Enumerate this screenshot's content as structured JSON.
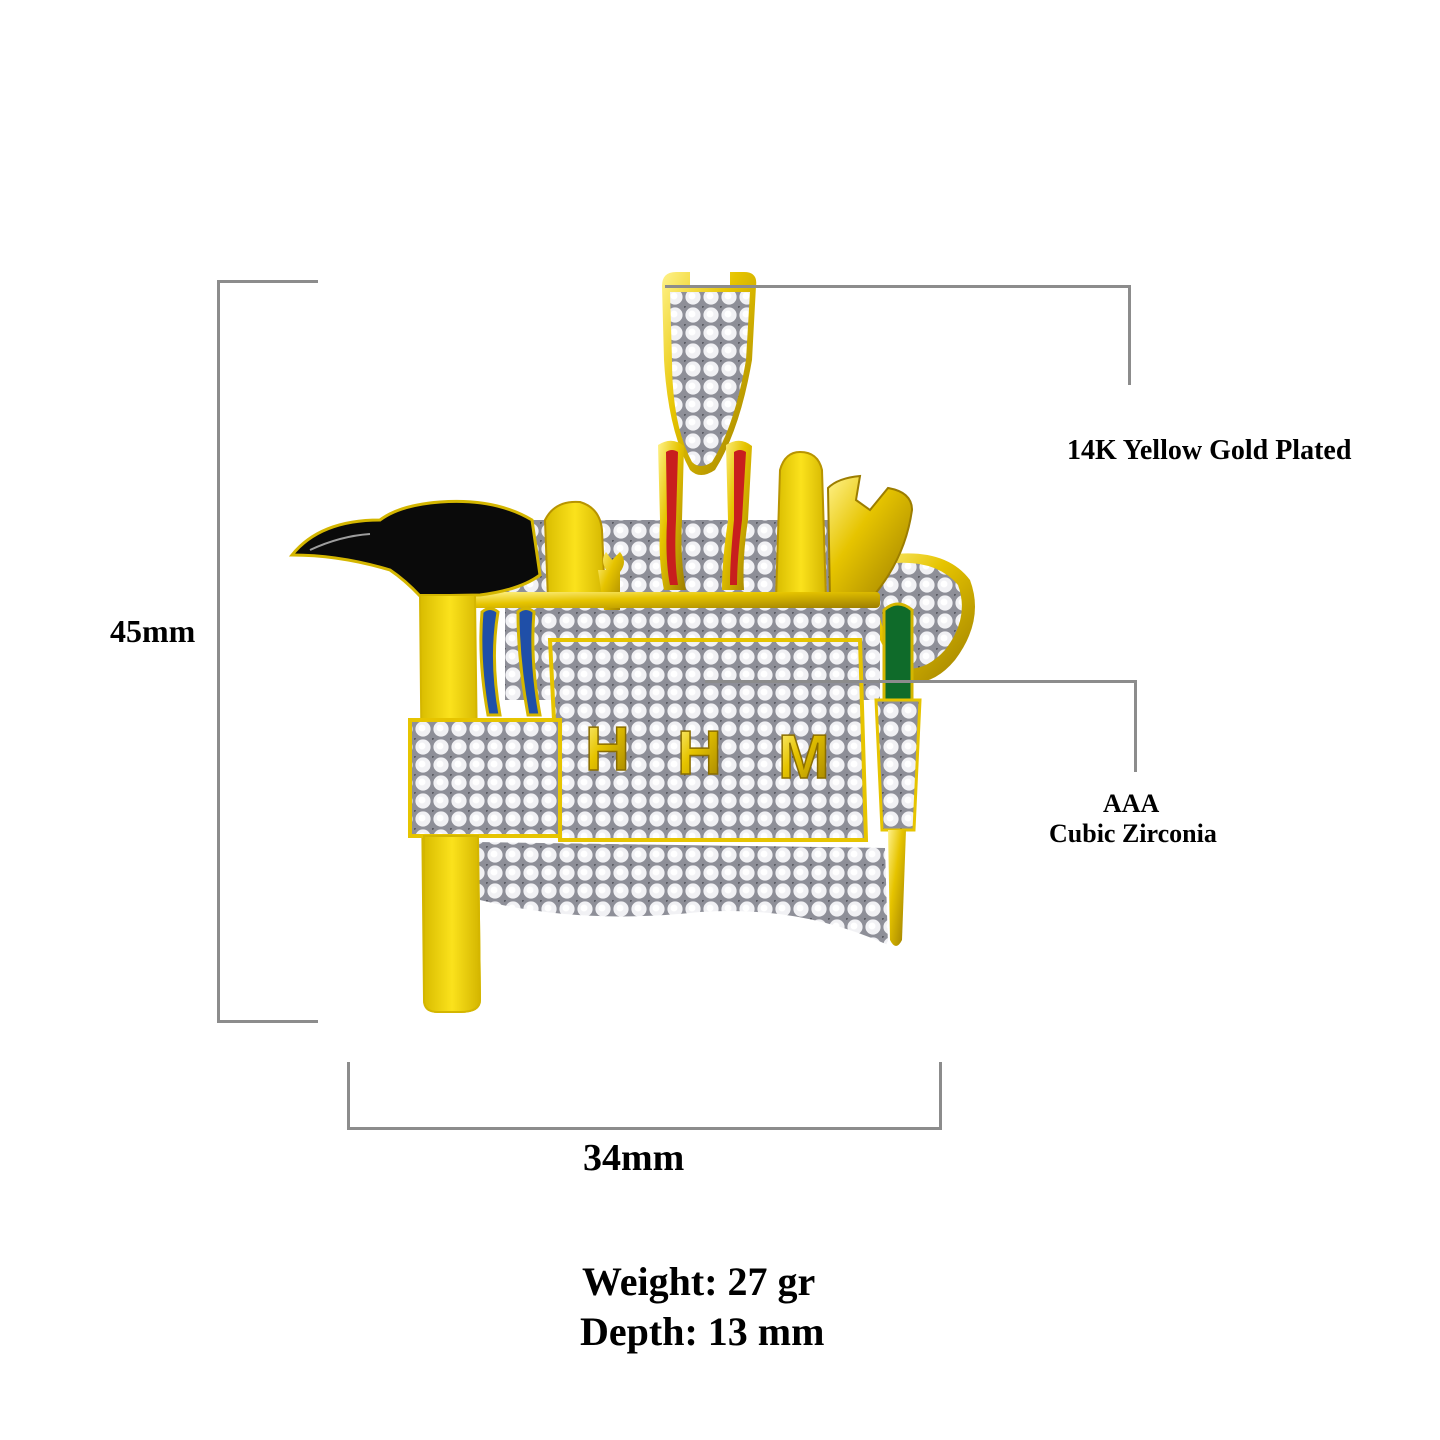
{
  "dimensions": {
    "height_label": "45mm",
    "width_label": "34mm"
  },
  "callouts": {
    "plating": "14K Yellow Gold Plated",
    "stone_grade": "AAA",
    "stone_type": "Cubic Zirconia"
  },
  "specs": {
    "weight": "Weight: 27 gr",
    "depth": "Depth: 13 mm"
  },
  "pendant": {
    "engraving": [
      "H",
      "H",
      "M"
    ],
    "description": "Tool belt pendant with hammer, pliers, wrenches and screwdriver",
    "colors": {
      "gold": "#e6c400",
      "gold_dark": "#b89400",
      "enamel_yellow": "#f2d80f",
      "enamel_black": "#0a0a0a",
      "enamel_red": "#c81e1e",
      "enamel_blue": "#1f4fa8",
      "enamel_green": "#0f6b2a",
      "stone": "#e8e8ec",
      "stone_shadow": "#9a9aa2",
      "dimension_line": "#8c8c8c"
    }
  }
}
